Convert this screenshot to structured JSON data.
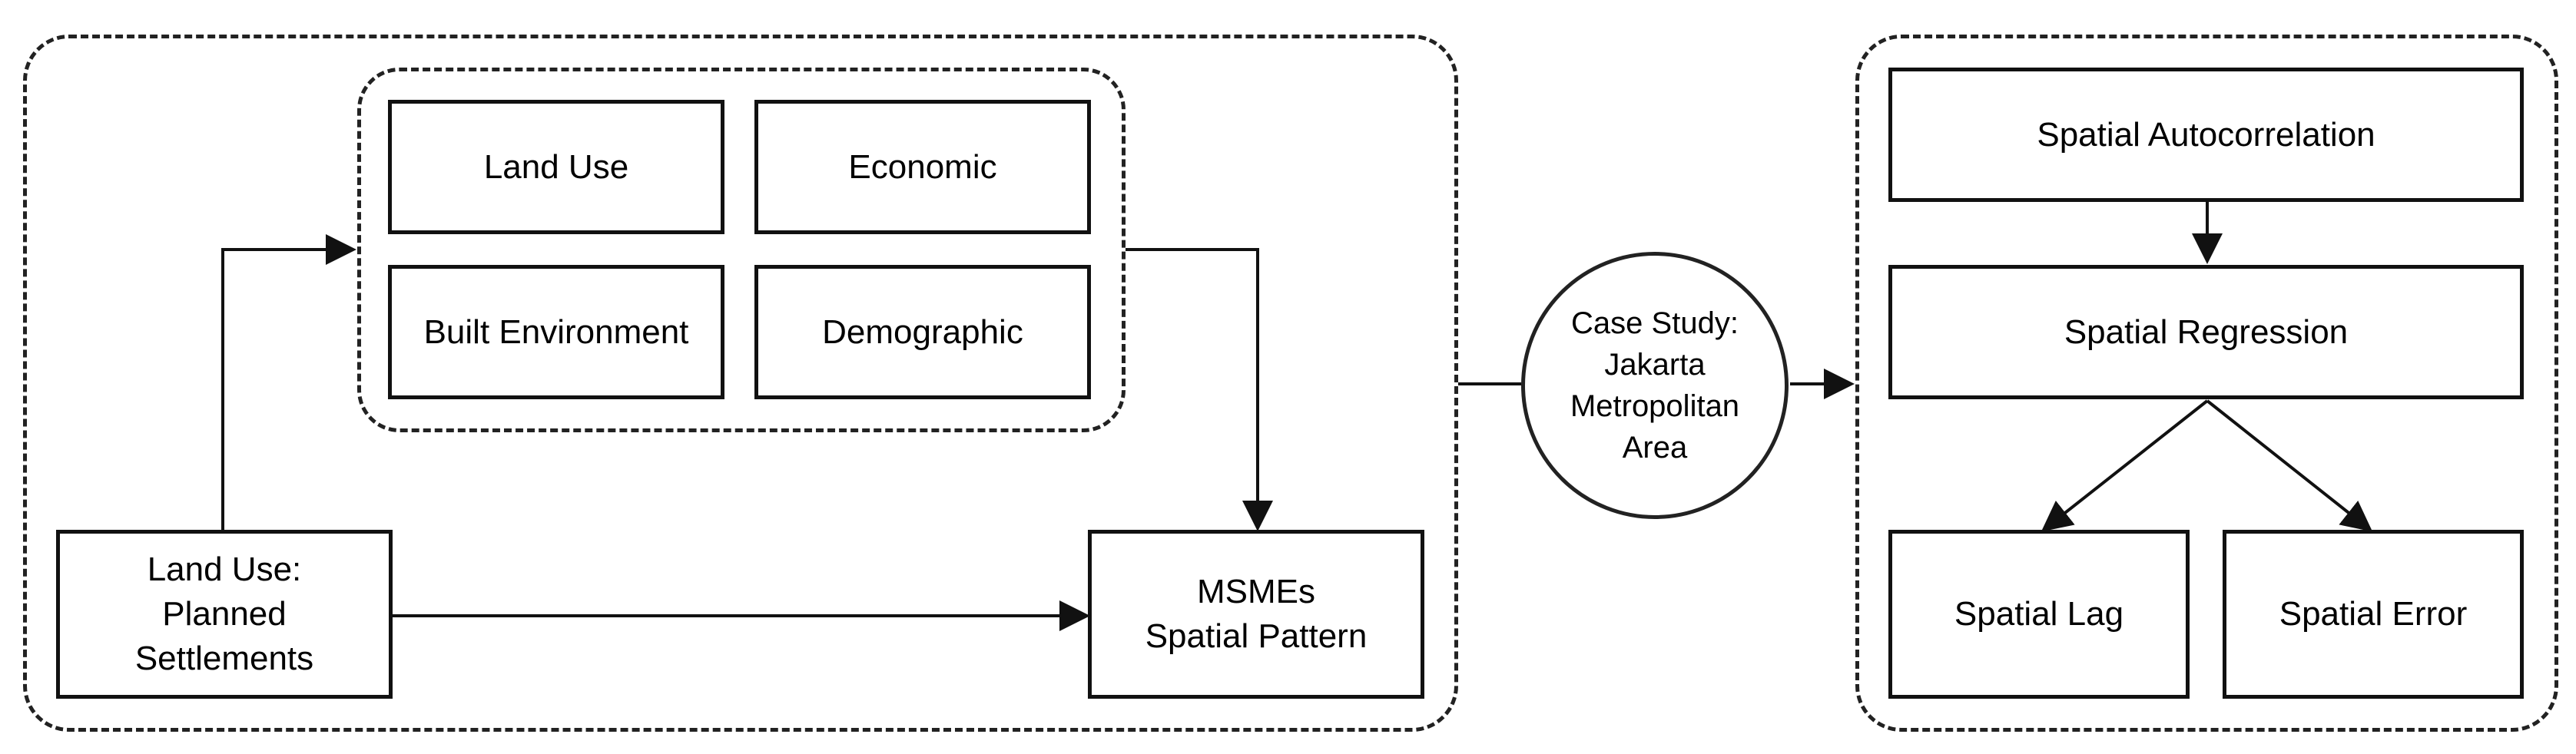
{
  "diagram": {
    "left_group": {
      "factors": {
        "land_use": "Land Use",
        "economic": "Economic",
        "built_environment": "Built Environment",
        "demographic": "Demographic"
      },
      "input": "Land Use:\nPlanned\nSettlements",
      "output": "MSMEs\nSpatial Pattern"
    },
    "case_study": "Case Study:\nJakarta\nMetropolitan\nArea",
    "right_group": {
      "autocorrelation": "Spatial Autocorrelation",
      "regression": "Spatial Regression",
      "lag": "Spatial Lag",
      "error": "Spatial Error"
    },
    "colors": {
      "stroke": "#111111",
      "background": "#ffffff"
    }
  }
}
